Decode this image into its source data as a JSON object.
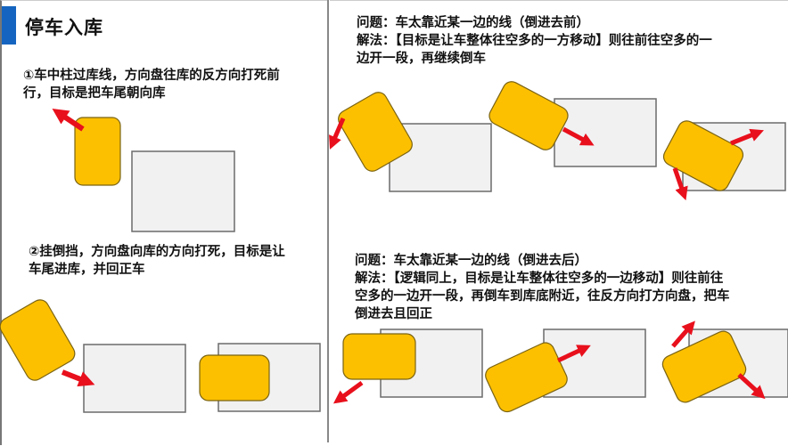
{
  "left_panel": {
    "title": "停车入库",
    "step1": {
      "line1": "①车中柱过库线，方向盘往库的反方向打死前",
      "line2": "行，目标是把车尾朝向库"
    },
    "step2": {
      "line1": "②挂倒挡，方向盘向库的方向打死，目标是让",
      "line2": "车尾进库，并回正车"
    }
  },
  "right_panel": {
    "problem1": {
      "question": "问题：车太靠近某一边的线（倒进去前）",
      "solution_line1": "解法：【目标是让车整体往空多的一方移动】则往前往空多的一",
      "solution_line2": "边开一段，再继续倒车"
    },
    "problem2": {
      "question": "问题：车太靠近某一边的线（倒进去后）",
      "solution_line1": "解法：【逻辑同上，目标是让车整体往空多的一边移动】则往前往",
      "solution_line2": "空多的一边开一段，再倒车到库底附近，往反方向打方向盘，把车",
      "solution_line3": "倒进去且回正"
    }
  },
  "colors": {
    "title_accent": "#1565c0",
    "car_fill": "#fdc000",
    "arrow": "#e8101c",
    "parking_lot_fill": "#f1f1f2",
    "parking_lot_stroke": "#6b6b6b"
  },
  "diagram_elements": {
    "icons": [
      "car-shape",
      "parking-space",
      "direction-arrow"
    ]
  }
}
